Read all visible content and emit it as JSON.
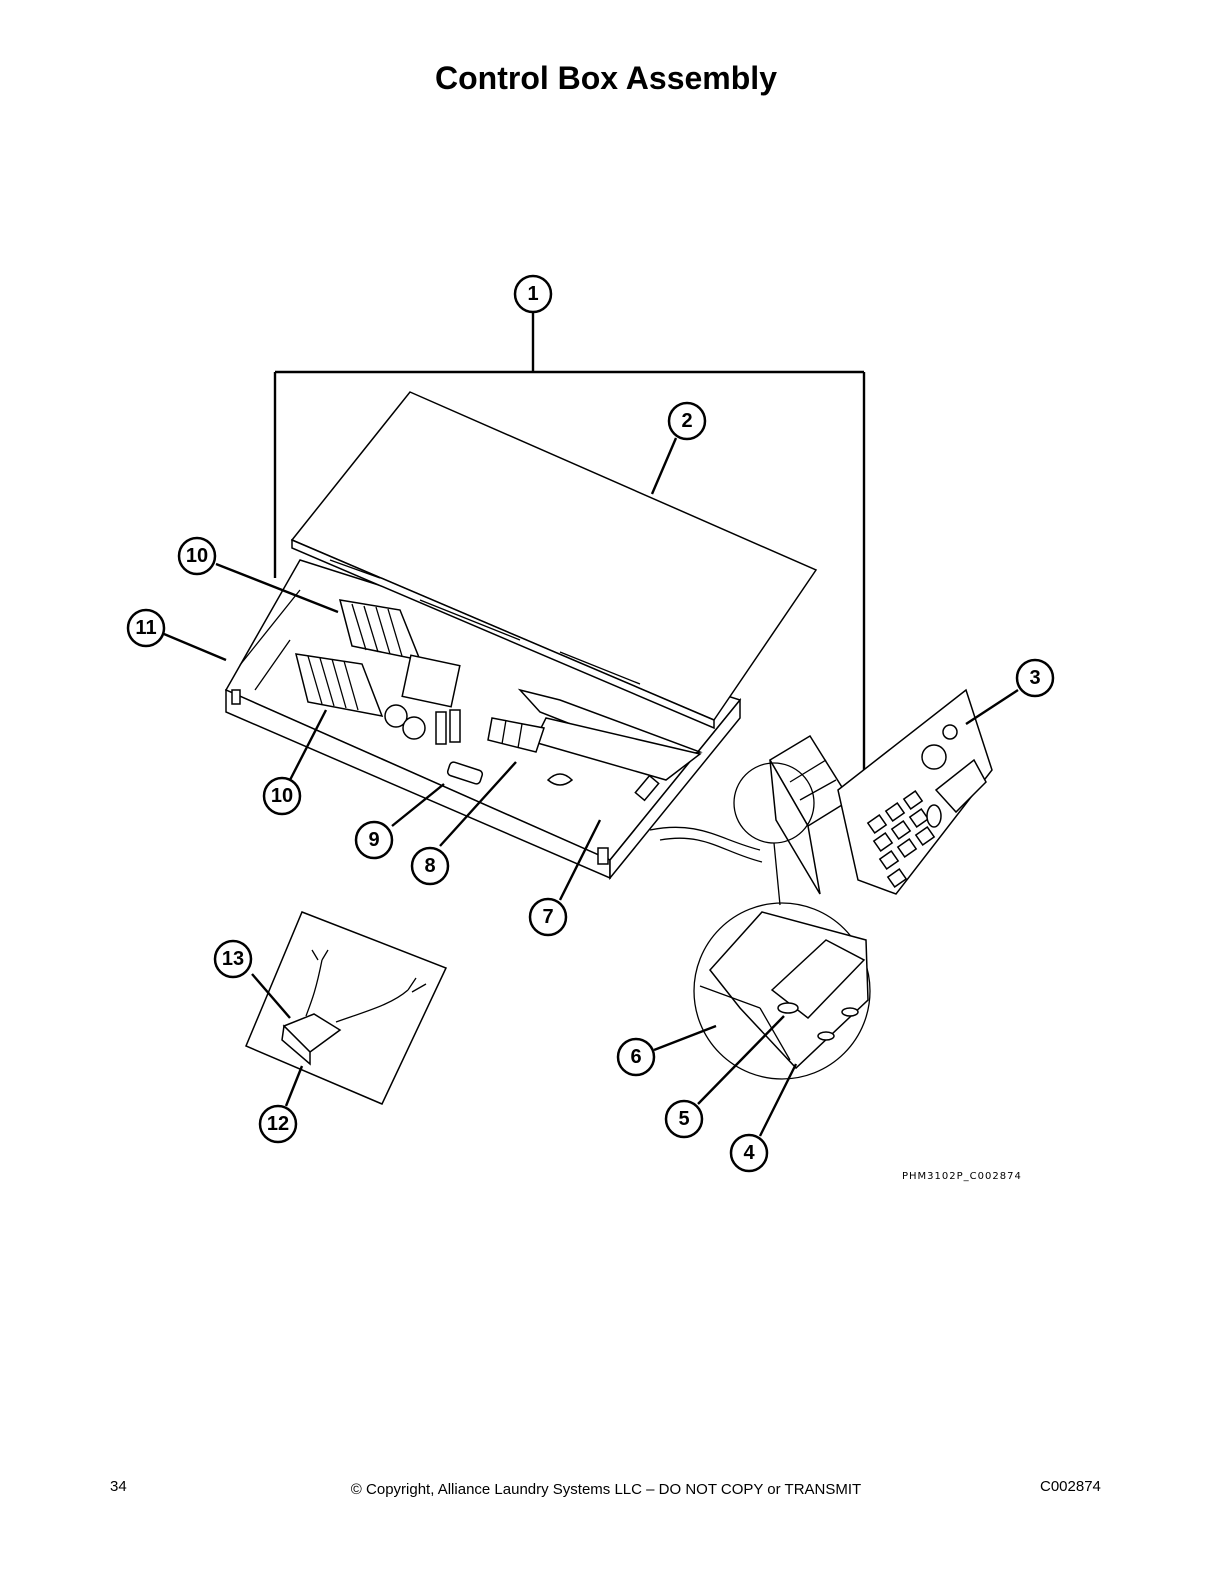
{
  "title": "Control Box Assembly",
  "callouts": {
    "c1": "1",
    "c2": "2",
    "c3": "3",
    "c4": "4",
    "c5": "5",
    "c6": "6",
    "c7": "7",
    "c8": "8",
    "c9": "9",
    "c10a": "10",
    "c10b": "10",
    "c11": "11",
    "c12": "12",
    "c13": "13"
  },
  "figure_code": "PHM3102P_C002874",
  "footer": {
    "page_number": "34",
    "copyright": "© Copyright, Alliance Laundry Systems LLC – DO NOT COPY or TRANSMIT",
    "doc_code": "C002874"
  }
}
